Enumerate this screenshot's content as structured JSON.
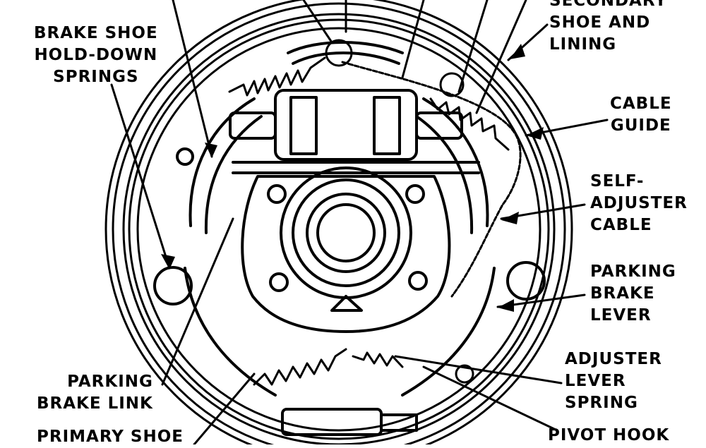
{
  "labels": {
    "secondary_shoe": [
      "SECONDARY",
      "SHOE AND",
      "LINING"
    ],
    "hold_down": [
      "BRAKE SHOE",
      "HOLD-DOWN",
      "SPRINGS"
    ],
    "cable_guide": [
      "CABLE",
      "GUIDE"
    ],
    "self_adjuster": [
      "SELF-",
      "ADJUSTER",
      "CABLE"
    ],
    "parking_lever": [
      "PARKING",
      "BRAKE",
      "LEVER"
    ],
    "adjuster_spring": [
      "ADJUSTER",
      "LEVER",
      "SPRING"
    ],
    "parking_link": [
      "PARKING",
      "BRAKE LINK"
    ],
    "primary_shoe": [
      "PRIMARY SHOE"
    ],
    "pivot_hook": [
      "PIVOT HOOK"
    ]
  }
}
